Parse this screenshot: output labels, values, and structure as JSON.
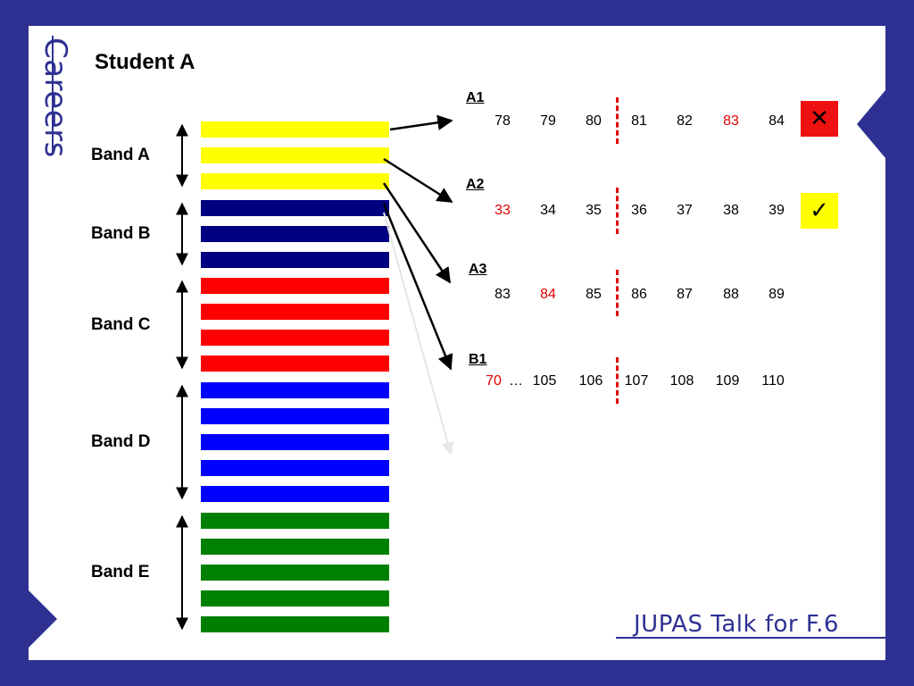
{
  "header": {
    "side_title": "Careers",
    "title": "Student A"
  },
  "bands": [
    {
      "label": "Band A",
      "color": "#ffff00",
      "bars": 3
    },
    {
      "label": "Band B",
      "color": "#000080",
      "bars": 3
    },
    {
      "label": "Band C",
      "color": "#ff0000",
      "bars": 4
    },
    {
      "label": "Band D",
      "color": "#0000ff",
      "bars": 5
    },
    {
      "label": "Band E",
      "color": "#008000",
      "bars": 5
    }
  ],
  "groups": [
    {
      "name": "A1",
      "numbers": [
        "78",
        "79",
        "80",
        "81",
        "82",
        "83",
        "84"
      ],
      "highlight": [
        "83"
      ],
      "result": "✕"
    },
    {
      "name": "A2",
      "numbers": [
        "33",
        "34",
        "35",
        "36",
        "37",
        "38",
        "39"
      ],
      "highlight": [
        "33"
      ],
      "result": "✓"
    },
    {
      "name": "A3",
      "numbers": [
        "83",
        "84",
        "85",
        "86",
        "87",
        "88",
        "89"
      ],
      "highlight": [
        "84"
      ],
      "result": ""
    },
    {
      "name": "B1",
      "numbers": [
        "70",
        "…",
        "105",
        "106",
        "107",
        "108",
        "109",
        "110"
      ],
      "highlight": [
        "70"
      ],
      "result": ""
    }
  ],
  "footer": {
    "text": "JUPAS Talk for F.6"
  },
  "colors": {
    "frame": "#2e3192",
    "highlight": "#e00000",
    "cross_badge": "#ee1111",
    "check_badge": "#ffff00"
  }
}
